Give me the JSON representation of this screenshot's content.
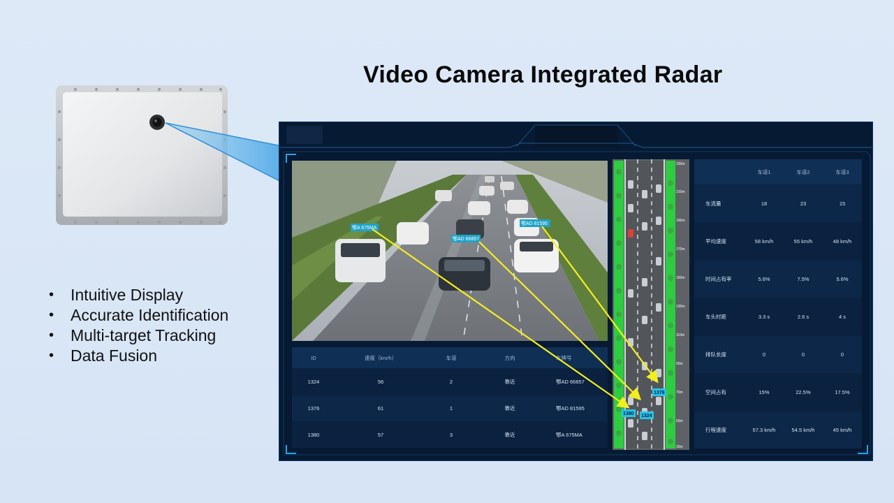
{
  "title": "Video Camera Integrated Radar",
  "bullets": [
    "Intuitive Display",
    "Accurate Identification",
    "Multi-target Tracking",
    "Data Fusion"
  ],
  "video_tags": [
    "鄂A 675MA",
    "鄂AD 66857",
    "鄂AD 81595"
  ],
  "target_table": {
    "headers": [
      "ID",
      "速度（km/h）",
      "车道",
      "方向",
      "车牌号"
    ],
    "rows": [
      [
        "1324",
        "56",
        "2",
        "靠近",
        "鄂AD 66857"
      ],
      [
        "1376",
        "61",
        "1",
        "靠近",
        "鄂AD 81595"
      ],
      [
        "1380",
        "57",
        "3",
        "靠近",
        "鄂A 675MA"
      ]
    ]
  },
  "radar": {
    "scale": [
      "230m",
      "210m",
      "190m",
      "170m",
      "150m",
      "130m",
      "110m",
      "90m",
      "70m",
      "50m",
      "30m"
    ],
    "targets": [
      "1376",
      "1380",
      "1324"
    ]
  },
  "lane_stats": {
    "headers": [
      "",
      "车道1",
      "车道2",
      "车道3"
    ],
    "rows": [
      [
        "车流量",
        "18",
        "23",
        "15"
      ],
      [
        "平均速度",
        "58 km/h",
        "55 km/h",
        "48 km/h"
      ],
      [
        "时间占有率",
        "5.6%",
        "7.5%",
        "5.6%"
      ],
      [
        "车头时距",
        "3.3 s",
        "2.6 s",
        "4 s"
      ],
      [
        "排队长度",
        "0",
        "0",
        "0"
      ],
      [
        "空间占有",
        "15%",
        "22.5%",
        "17.5%"
      ],
      [
        "行程速度",
        "57.3 km/h",
        "54.5 km/h",
        "45 km/h"
      ]
    ]
  },
  "colors": {
    "screen_bg": "#071a33",
    "frame_accent": "#1e8fd8",
    "tag_bg": "#1fa3c8",
    "arrow": "#f5ee1f",
    "radar_lane_green": "#2ecc40",
    "beam": "#6fb8ea"
  }
}
